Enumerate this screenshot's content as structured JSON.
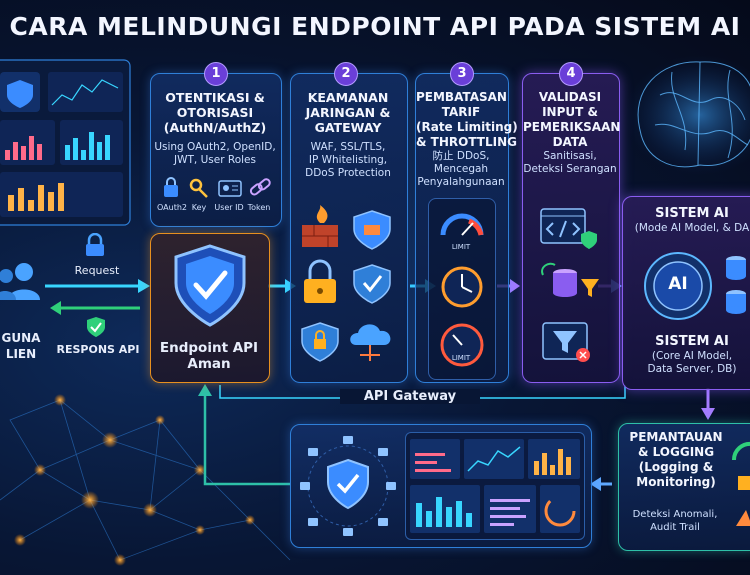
{
  "title": "CARA MELINDUNGI ENDPOINT API PADA SISTEM AI",
  "user": {
    "label": "GUNA\nLIEN"
  },
  "request": {
    "label": "Request"
  },
  "response": {
    "label": "RESPONS API"
  },
  "endpoint": {
    "label": "Endpoint API\nAman"
  },
  "gateway": {
    "label": "API Gateway"
  },
  "steps": [
    {
      "num": "1",
      "title": "OTENTIKASI &\nOTORISASI\n(AuthN/AuthZ)",
      "desc": "Using OAuth2, OpenID,\nJWT, User Roles",
      "icons": [
        "OAuth2",
        "Key",
        "User ID",
        "Token"
      ]
    },
    {
      "num": "2",
      "title": "KEAMANAN\nJARINGAN &\nGATEWAY",
      "desc": "WAF, SSL/TLS,\nIP Whitelisting,\nDDoS Protection"
    },
    {
      "num": "3",
      "title": "PEMBATASAN\nTARIF\n(Rate Limiting)\n& THROTTLING",
      "desc": "防止 DDoS,\nMencegah\nPenyalahgunaan",
      "gauge_labels": [
        "LIMIT",
        "LIMIT"
      ]
    },
    {
      "num": "4",
      "title": "VALIDASI\nINPUT &\nPEMERIKSAAN\nDATA",
      "desc": "Sanitisasi,\nDeteksi Serangan"
    }
  ],
  "ai_system": {
    "title1": "SISTEM AI",
    "sub1": "(Mode AI Model, & DA",
    "ai_label": "AI",
    "title2": "SISTEM AI",
    "sub2": "(Core AI Model,\nData Server, DB)"
  },
  "monitoring": {
    "title": "PEMANTAUAN\n& LOGGING\n(Logging &\nMonitoring)",
    "desc": "Deteksi Anomali,\nAudit Trail"
  },
  "colors": {
    "blue": "#2f7fd8",
    "orange": "#e8901f",
    "purple": "#8a5df0",
    "cyan": "#38d6ff",
    "green": "#2fd07a"
  }
}
